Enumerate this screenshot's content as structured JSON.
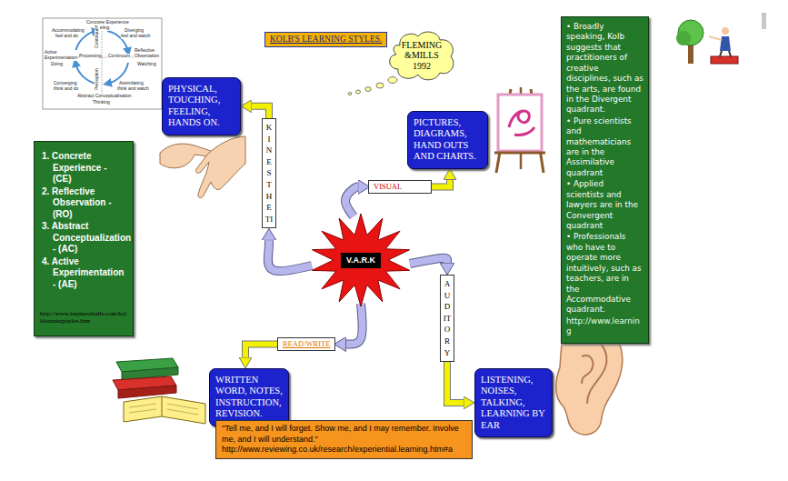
{
  "diagram": {
    "title": "KOLB'S LEARNING STYLES.",
    "nodes": [
      {
        "text": [
          "FLEMING &MILLS 1992"
        ]
      },
      {
        "text": [
          "• Broadly speaking, Kolb suggests that practitioners of creative disciplines, such as the arts, are found in the Divergent quadrant.",
          "• Pure scientists and mathematicians are in the Assimilative quadrant",
          "• Applied scientists and lawyers are in the Convergent quadrant",
          "• Professionals who have to operate more intuitively, such as teachers, are in the Accommodative quadrant.",
          "http://www.learning"
        ]
      },
      {
        "text": [
          "PHYSICAL, TOUCHING, FEELING, HANDS ON."
        ]
      },
      {
        "text": [
          "KINESTHETI"
        ]
      },
      {
        "text": [
          "VISUAL"
        ]
      },
      {
        "text": [
          "PICTURES, DIAGRAMS, HAND OUTS AND CHARTS."
        ]
      },
      {
        "text": [
          "1. Concrete Experience - (CE)",
          "2. Reflective Observation - (RO)",
          "3. Abstract Conceptualization - (AC)",
          "4. Active Experimentation - (AE)",
          "http://www.businessballs.com/kolblearningstyles.htm"
        ]
      },
      {
        "text": [
          "V.A.R.K"
        ]
      },
      {
        "text": [
          "AUDITORY"
        ]
      },
      {
        "text": [
          "READ/WRITE"
        ]
      },
      {
        "text": [
          "WRITTEN WORD, NOTES, INSTRUCTION, REVISION."
        ]
      },
      {
        "text": [
          "LISTENING, NOISES, TALKING, LEARNING BY EAR"
        ]
      },
      {
        "text": [
          "\"Tell me, and I will forget. Show me, and I may remember. Involve me, and I will understand.\"",
          "http://www.reviewing.co.uk/research/experiential.learning.htm#a"
        ]
      }
    ],
    "edges": [
      {
        "from": 7,
        "to": 3,
        "arrow": "to"
      },
      {
        "from": 3,
        "to": 2,
        "arrow": "to"
      },
      {
        "from": 7,
        "to": 4,
        "arrow": "to"
      },
      {
        "from": 4,
        "to": 5,
        "arrow": "to"
      },
      {
        "from": 7,
        "to": 8,
        "arrow": "to"
      },
      {
        "from": 8,
        "to": 11,
        "arrow": "to"
      },
      {
        "from": 7,
        "to": 9,
        "arrow": "to"
      },
      {
        "from": 9,
        "to": 10,
        "arrow": "to"
      }
    ],
    "labels": [
      "Concrete Experience",
      "Feeling",
      "Accommodating",
      "feel and do",
      "Diverging",
      "feel and watch",
      "Active Experimentation",
      "Doing",
      "Processing",
      "Continuum",
      "Reflective Observation",
      "Watching",
      "Converging",
      "think and do",
      "Assimilating",
      "think and watch",
      "Perception",
      "Continuum",
      "Abstract Conceptualisation",
      "Thinking"
    ]
  }
}
